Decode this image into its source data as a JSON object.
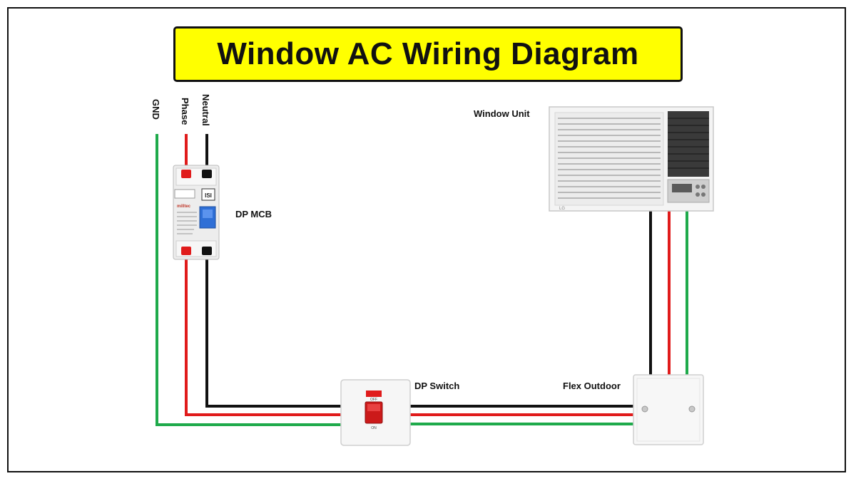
{
  "title": "Window AC Wiring Diagram",
  "labels": {
    "gnd": "GND",
    "phase": "Phase",
    "neutral": "Neutral",
    "dp_mcb": "DP MCB",
    "window_unit": "Window Unit",
    "dp_switch": "DP Switch",
    "flex_outdoor": "Flex Outdoor"
  },
  "device_text": {
    "mcb_brand": "milltec",
    "ac_brand": "LG",
    "switch_off": "OFF",
    "switch_on": "ON"
  },
  "colors": {
    "banner": "#ffff00",
    "ground_wire": "#1faa4b",
    "phase_wire": "#e01b1b",
    "neutral_wire": "#111111"
  }
}
